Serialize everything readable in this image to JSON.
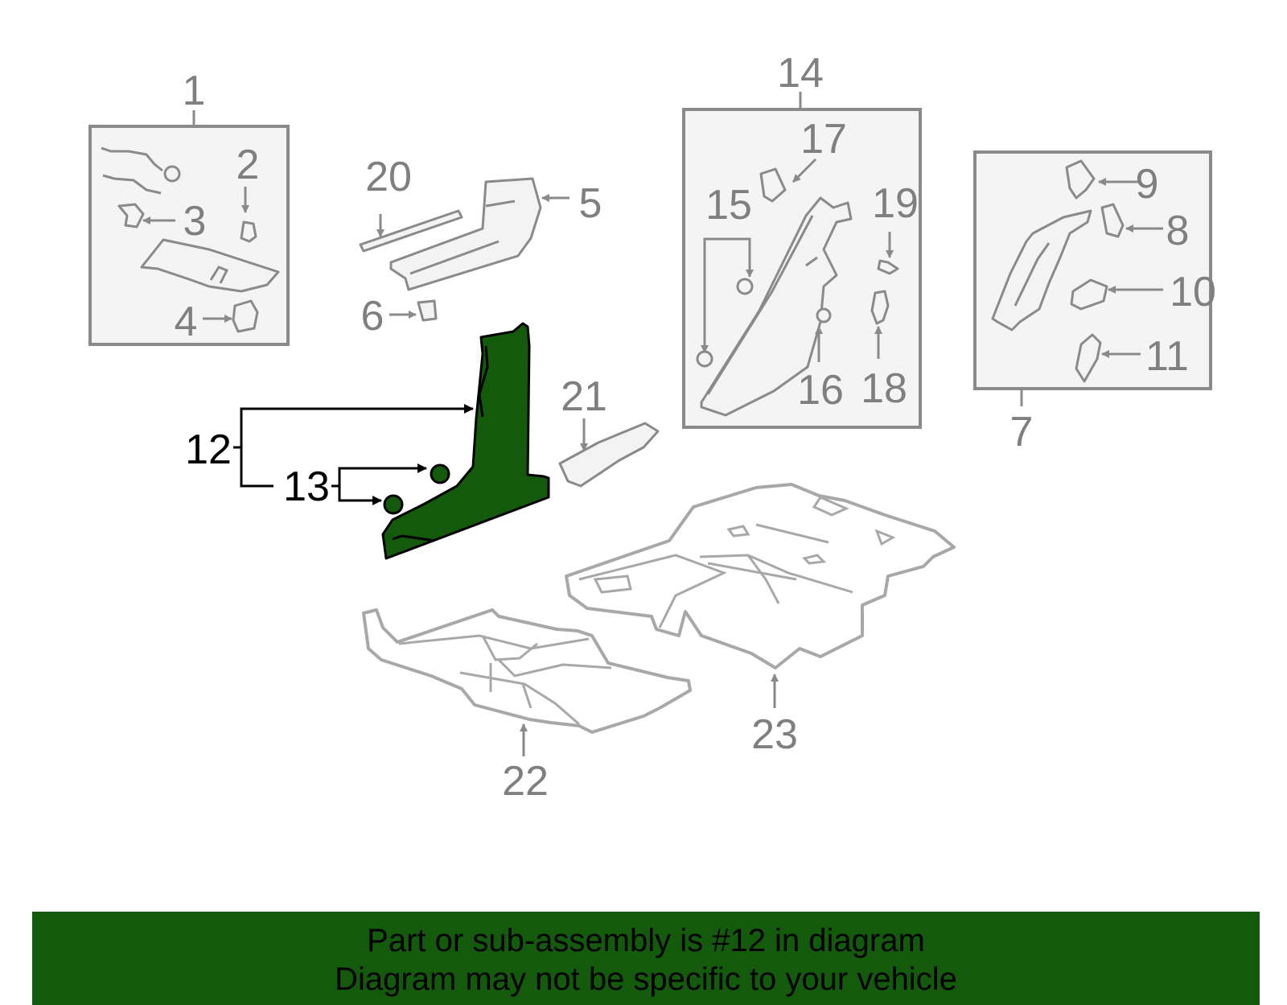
{
  "diagram": {
    "highlight_color": "#145a0c",
    "labels": {
      "p1": "1",
      "p2": "2",
      "p3": "3",
      "p4": "4",
      "p5": "5",
      "p6": "6",
      "p7": "7",
      "p8": "8",
      "p9": "9",
      "p10": "10",
      "p11": "11",
      "p12": "12",
      "p13": "13",
      "p14": "14",
      "p15": "15",
      "p16": "16",
      "p17": "17",
      "p18": "18",
      "p19": "19",
      "p20": "20",
      "p21": "21",
      "p22": "22",
      "p23": "23"
    }
  },
  "banner": {
    "line1": "Part or sub-assembly is #12 in diagram",
    "line2": "Diagram may not be specific to your vehicle"
  }
}
